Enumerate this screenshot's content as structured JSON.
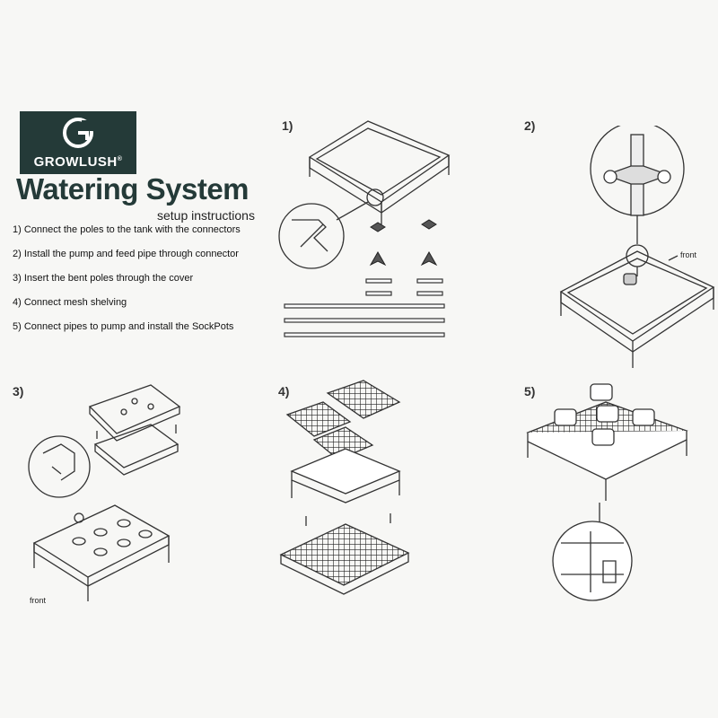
{
  "brand": {
    "name": "GROWLUSH",
    "registered": "®"
  },
  "title": "Watering System",
  "subtitle": "setup instructions",
  "steps": [
    "1) Connect the poles to the tank with the connectors",
    "2) Install the pump and feed pipe through connector",
    "3) Insert the bent poles through the cover",
    "4) Connect mesh shelving",
    "5) Connect pipes to pump and install the SockPots"
  ],
  "figures": {
    "fig1": {
      "number": "1)"
    },
    "fig2": {
      "number": "2)",
      "label": "front"
    },
    "fig3": {
      "number": "3)",
      "label": "front"
    },
    "fig4": {
      "number": "4)"
    },
    "fig5": {
      "number": "5)"
    }
  },
  "colors": {
    "brand": "#243a38",
    "line": "#333333",
    "paper": "#f7f7f5"
  }
}
